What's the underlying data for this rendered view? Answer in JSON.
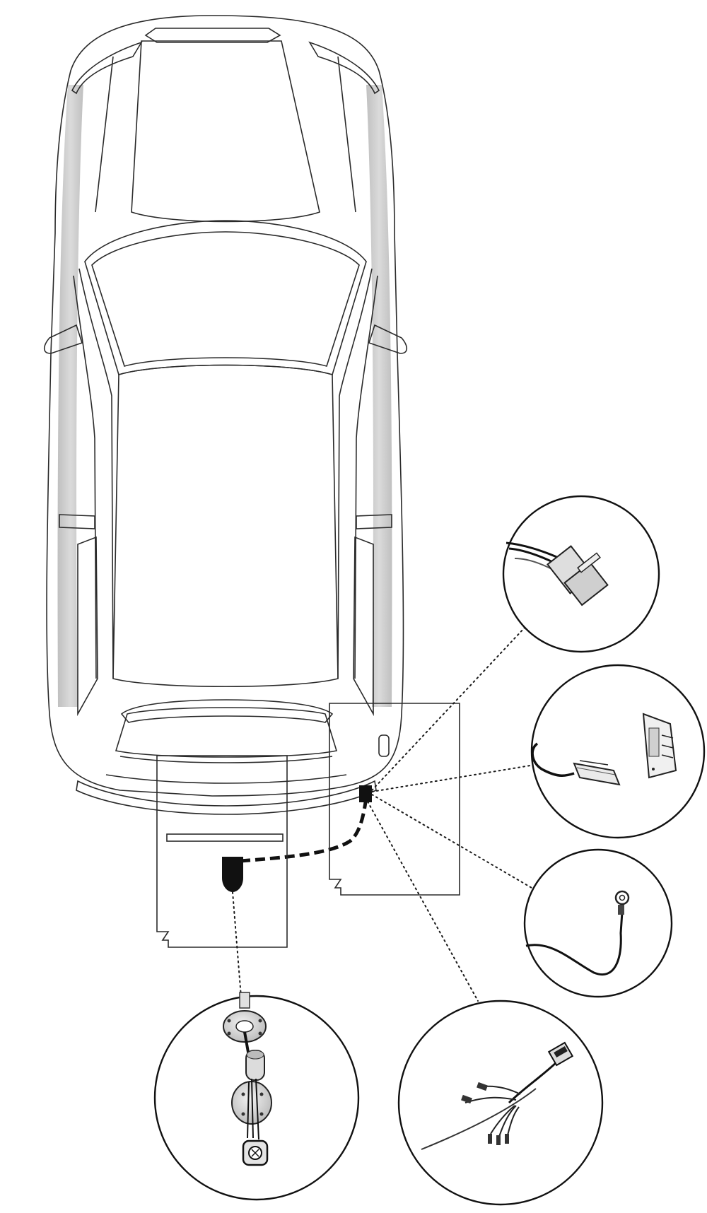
{
  "figure": {
    "kind": "vehicle wiring installation diagram",
    "text": []
  },
  "components": {
    "car": "car-top-view",
    "control_module": "control-module-icon",
    "socket": "towbar-socket-icon",
    "cable_route": "dashed",
    "insets": [
      {
        "id": "inset-connector-plug",
        "icon": "connector-plug-icon"
      },
      {
        "id": "inset-multipin-connector",
        "icon": "multipin-connector-icon"
      },
      {
        "id": "inset-ground-terminal",
        "icon": "ring-terminal-icon"
      },
      {
        "id": "inset-wire-leads",
        "icon": "wire-leads-icon"
      },
      {
        "id": "inset-socket-assembly",
        "icon": "socket-assembly-icon"
      }
    ]
  },
  "colors": {
    "line": "#2a2a2a",
    "body_light": "#f4f4f4",
    "body_shade": "#b8b8b8",
    "module": "#111111"
  }
}
